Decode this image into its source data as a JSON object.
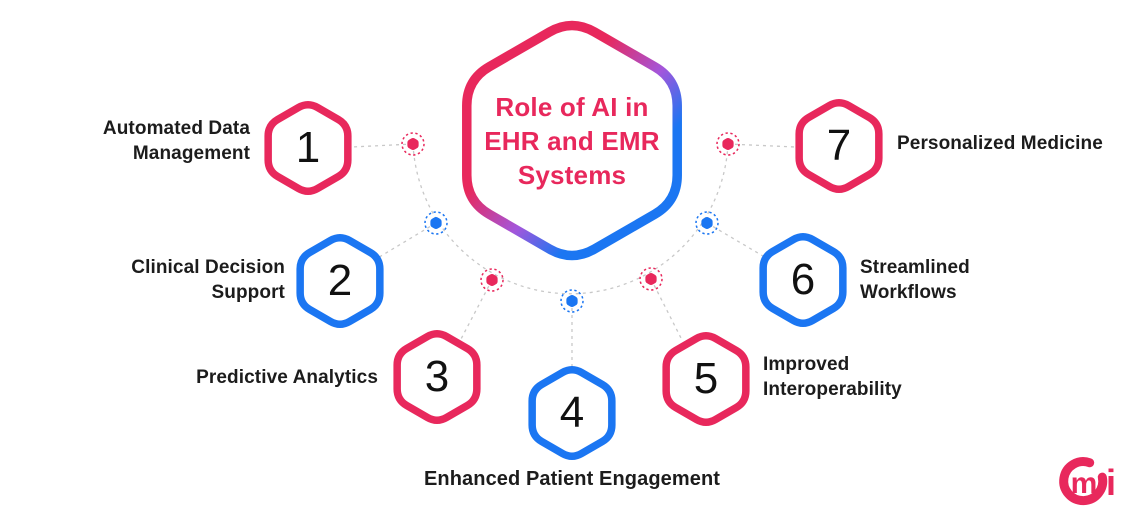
{
  "title": {
    "line1": "Role of AI in",
    "line2": "EHR and EMR",
    "line3": "Systems"
  },
  "items": [
    {
      "number": "1",
      "label": "Automated Data Management",
      "color": "#E8285C"
    },
    {
      "number": "2",
      "label": "Clinical Decision Support",
      "color": "#1B76F2"
    },
    {
      "number": "3",
      "label": "Predictive Analytics",
      "color": "#E8285C"
    },
    {
      "number": "4",
      "label": "Enhanced Patient Engagement",
      "color": "#1B76F2"
    },
    {
      "number": "5",
      "label": "Improved Interoperability",
      "color": "#E8285C"
    },
    {
      "number": "6",
      "label": "Streamlined Workflows",
      "color": "#1B76F2"
    },
    {
      "number": "7",
      "label": "Personalized Medicine",
      "color": "#E8285C"
    }
  ],
  "colors": {
    "crimson": "#E8285C",
    "blue": "#1B76F2",
    "gradient_mid": "#A356DB",
    "connector_gray": "#C8C8C8",
    "text": "#1C1C1C",
    "background": "#FFFFFF"
  },
  "logo": {
    "m": "m",
    "i": "i"
  }
}
